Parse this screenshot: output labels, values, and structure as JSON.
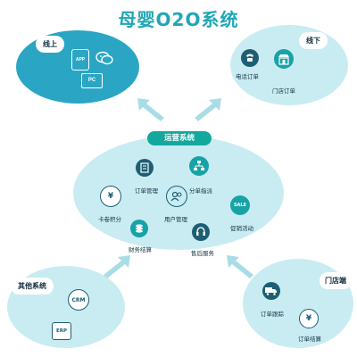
{
  "title": "母婴O2O系统",
  "colors": {
    "accent": "#1fa7b5",
    "online_bg": "#2aa6c4",
    "pale_bg": "#c9ecf3",
    "ops_banner": "#13a89e",
    "icon_teal": "#17a3a6",
    "icon_dark": "#1d5e73",
    "arrow": "#a9dde6"
  },
  "online": {
    "tag": "线上",
    "items": [
      {
        "icon": "app-icon",
        "label": "APP"
      },
      {
        "icon": "wechat-icon",
        "label": ""
      },
      {
        "icon": "pc-icon",
        "label": "PC"
      }
    ]
  },
  "offline": {
    "tag": "线下",
    "items": [
      {
        "icon": "phone-icon",
        "label": "电话订单"
      },
      {
        "icon": "store-icon",
        "label": "门店订单"
      }
    ]
  },
  "ops": {
    "tag": "运营系统",
    "items": [
      {
        "icon": "order-icon",
        "label": "订单管理"
      },
      {
        "icon": "dispatch-icon",
        "label": "分单指派"
      },
      {
        "icon": "card-icon",
        "label": "卡卷积分",
        "glyph": "¥"
      },
      {
        "icon": "user-icon",
        "label": "用户管理"
      },
      {
        "icon": "sale-icon",
        "label": "促销活动",
        "glyph": "SALE"
      },
      {
        "icon": "finance-icon",
        "label": "财务结算"
      },
      {
        "icon": "service-icon",
        "label": "售后服务"
      }
    ]
  },
  "other": {
    "tag": "其他系统",
    "items": [
      {
        "icon": "crm-icon",
        "label": "CRM"
      },
      {
        "icon": "erp-icon",
        "label": "ERP"
      }
    ]
  },
  "store": {
    "tag": "门店端",
    "items": [
      {
        "icon": "delivery-icon",
        "label": "订单跟踪"
      },
      {
        "icon": "settle-icon",
        "label": "订单结算",
        "glyph": "¥"
      }
    ]
  }
}
